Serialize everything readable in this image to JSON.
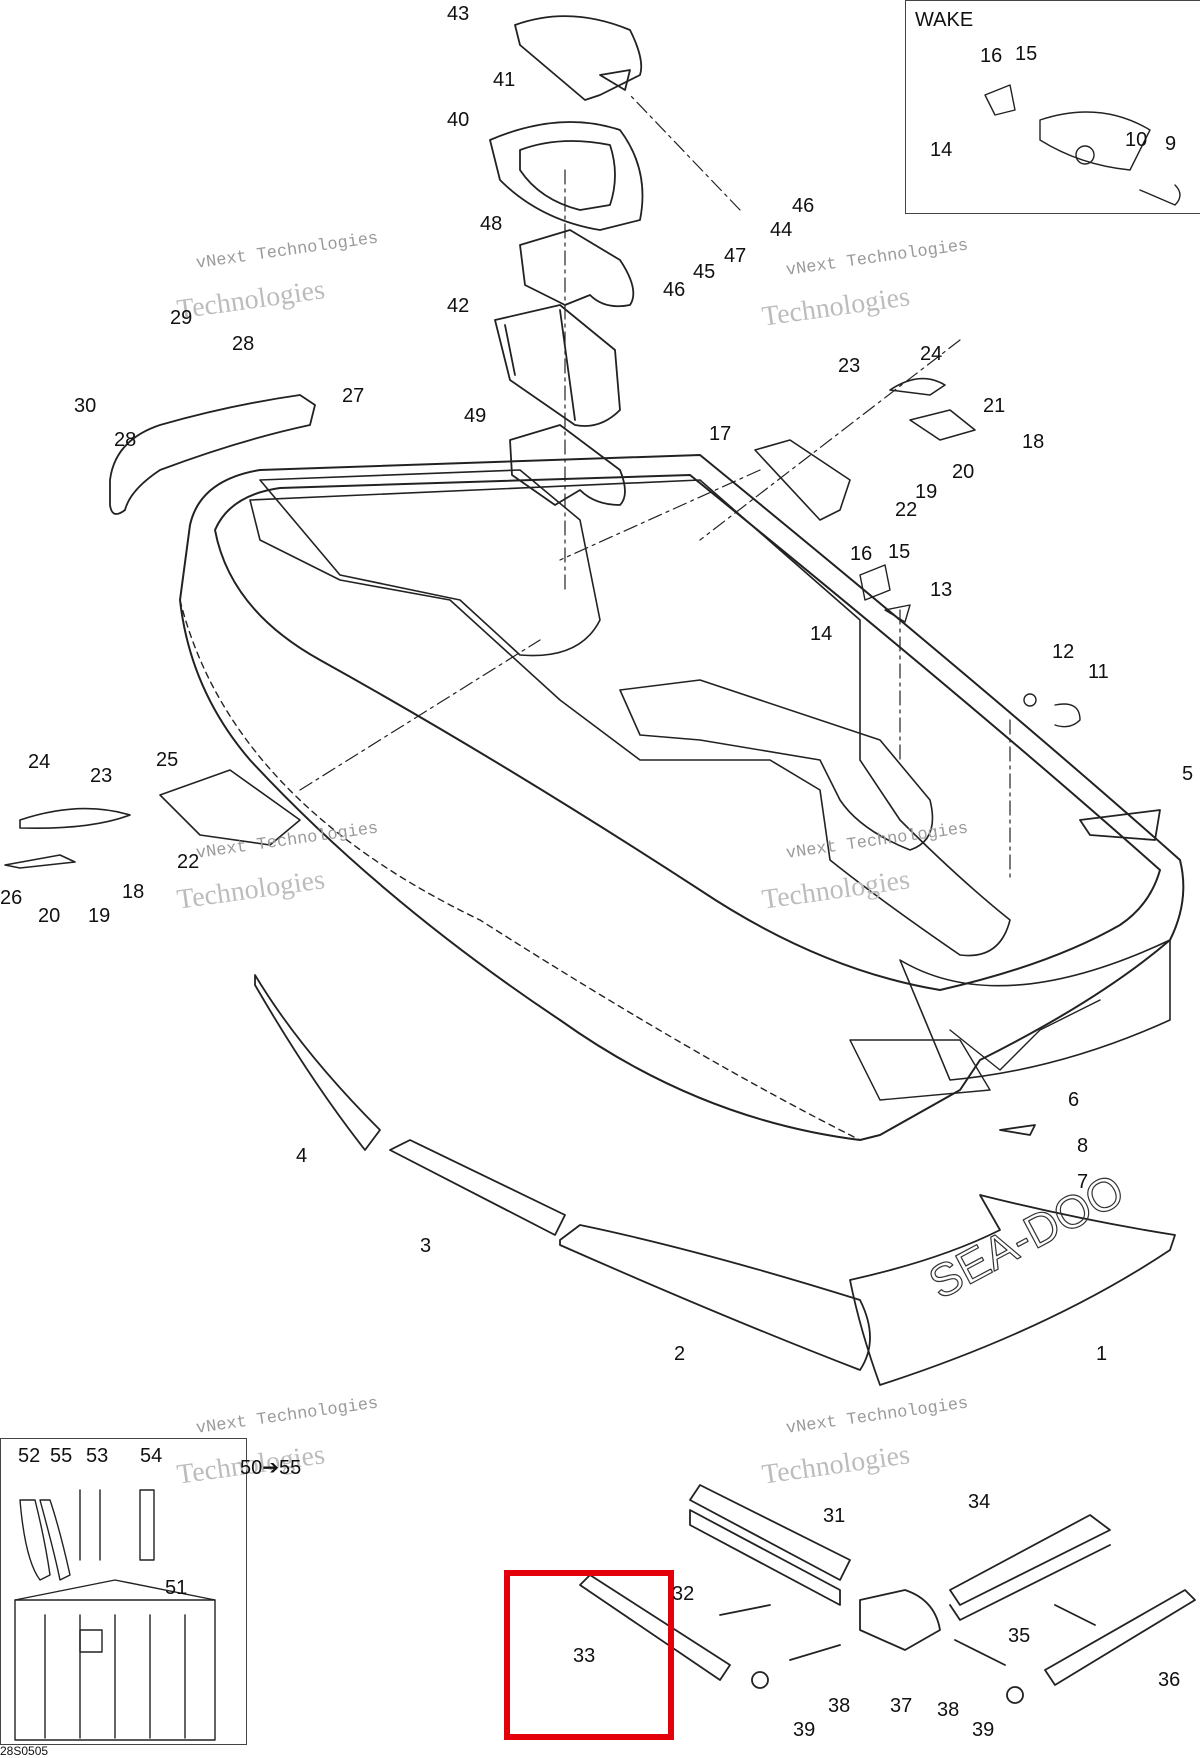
{
  "diagram": {
    "inset_wake": {
      "title": "WAKE",
      "labels": [
        "16",
        "15",
        "14",
        "10",
        "9"
      ]
    },
    "inset_tools": {
      "labels": [
        "52",
        "55",
        "53",
        "54",
        "51"
      ],
      "range_text": "50➔55"
    },
    "part_labels": [
      "43",
      "41",
      "40",
      "46",
      "44",
      "48",
      "47",
      "45",
      "46",
      "42",
      "49",
      "29",
      "28",
      "30",
      "28",
      "27",
      "23",
      "24",
      "21",
      "17",
      "18",
      "20",
      "19",
      "22",
      "16",
      "15",
      "13",
      "14",
      "12",
      "11",
      "5",
      "24",
      "23",
      "25",
      "22",
      "26",
      "18",
      "20",
      "19",
      "6",
      "8",
      "7",
      "4",
      "3",
      "2",
      "1",
      "31",
      "34",
      "32",
      "35",
      "33",
      "36",
      "38",
      "37",
      "38",
      "39",
      "39"
    ],
    "highlight": {
      "label": "33",
      "color": "#e3000b"
    },
    "watermark_text": "vNext Technologies",
    "watermark_big": "Technologies",
    "doc_id": "28S0505",
    "brand_text": "SEA-DOO"
  }
}
